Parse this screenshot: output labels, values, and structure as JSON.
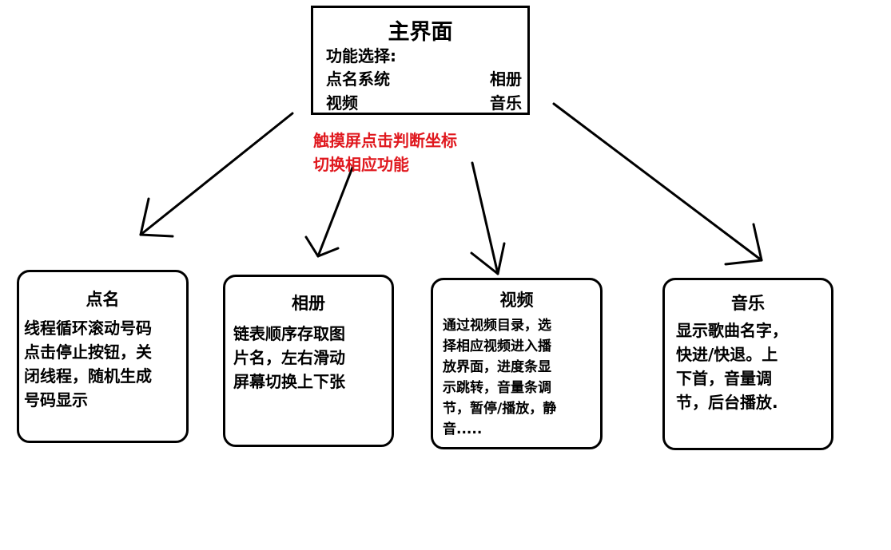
{
  "main_screen": {
    "title": "主界面",
    "function_select_label": "功能选择:",
    "options": {
      "roll_call": "点名系统",
      "album": "相册",
      "video": "视频",
      "music": "音乐"
    }
  },
  "note": {
    "line1": "触摸屏点击判断坐标",
    "line2": "切换相应功能"
  },
  "modules": [
    {
      "title": "点名",
      "body": "线程循环滚动号码\n点击停止按钮，关\n闭线程，随机生成\n号码显示"
    },
    {
      "title": "相册",
      "body": "链表顺序存取图\n片名，左右滑动\n屏幕切换上下张"
    },
    {
      "title": "视频",
      "body": "通过视频目录，选\n择相应视频进入播\n放界面，进度条显\n示跳转，音量条调\n节，暂停/播放，静\n音....."
    },
    {
      "title": "音乐",
      "body": "显示歌曲名字，\n快进/快退。上\n下首，音量调\n节，后台播放."
    }
  ],
  "colors": {
    "note_red": "#e0191f",
    "line": "#000000"
  }
}
